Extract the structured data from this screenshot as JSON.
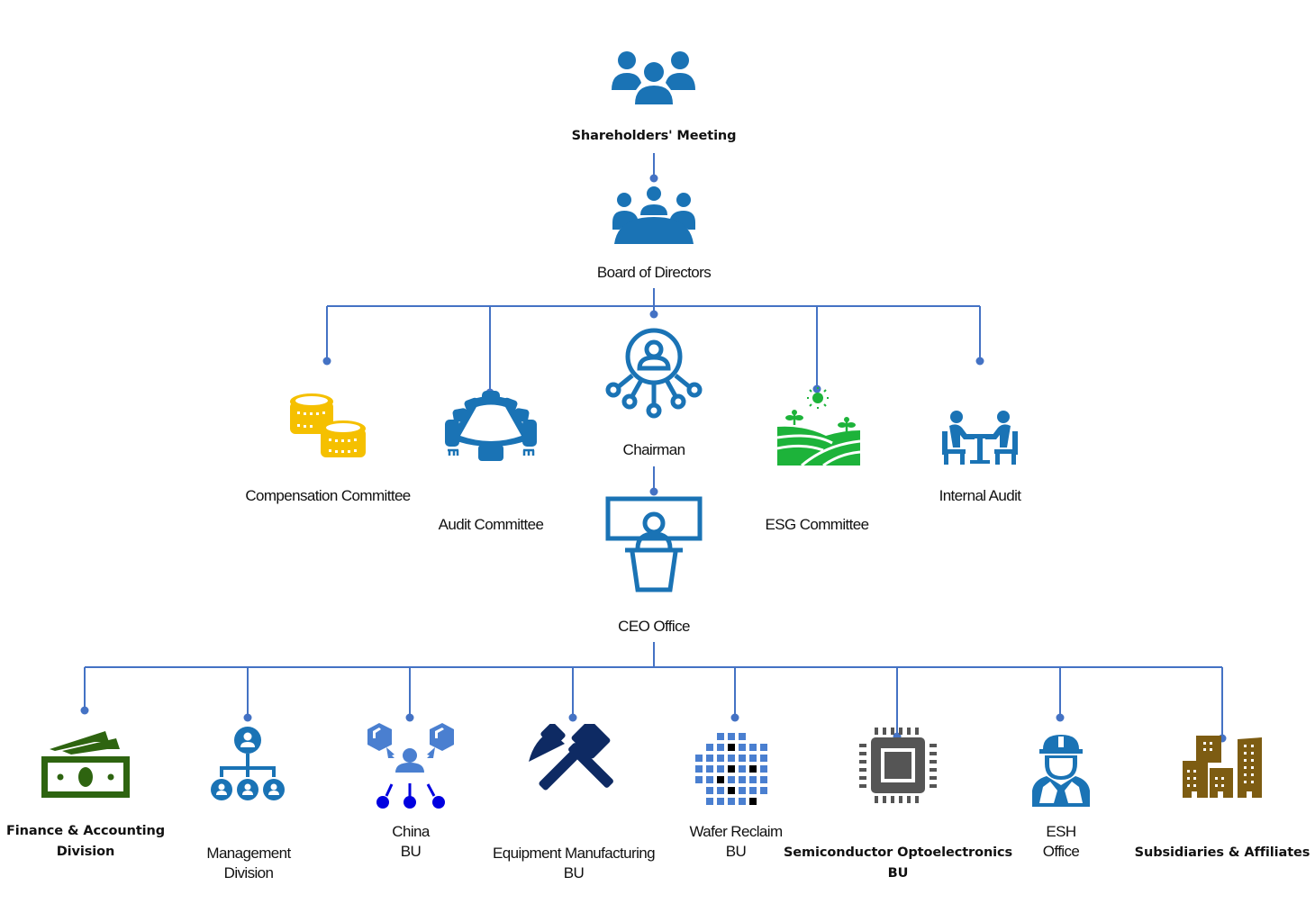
{
  "title": "Organization Chart",
  "colors": {
    "connector": "#4472c4",
    "icon_blue": "#1a73b5",
    "coins": "#f5c000",
    "esg_green": "#1db33a",
    "money_green": "#2e6410",
    "china_blue": "#4a7fd0",
    "hammer_navy": "#0e2a63",
    "chip_gray": "#555555",
    "buildings": "#7d5c12"
  },
  "nodes": {
    "shareholders": {
      "label": "Shareholders' Meeting",
      "icon": "people-group-icon"
    },
    "board": {
      "label": "Board of Directors",
      "icon": "board-meeting-icon"
    },
    "chairman": {
      "label": "Chairman",
      "icon": "network-person-icon"
    },
    "ceo": {
      "label": "CEO Office",
      "icon": "podium-speaker-icon"
    },
    "committees": [
      {
        "label": "Compensation Committee",
        "icon": "coins-icon"
      },
      {
        "label": "Audit Committee",
        "icon": "conference-table-icon"
      },
      {
        "label": "ESG Committee",
        "icon": "farm-field-sun-icon"
      },
      {
        "label": "Internal Audit",
        "icon": "meeting-table-icon"
      }
    ],
    "divisions": [
      {
        "line1": "Finance & Accounting",
        "line2": "Division",
        "icon": "money-bills-icon"
      },
      {
        "line1": "Management",
        "line2": "Division",
        "icon": "org-hierarchy-icon"
      },
      {
        "line1": "China",
        "line2": "BU",
        "icon": "distribution-person-icon"
      },
      {
        "line1": "Equipment Manufacturing",
        "line2": "BU",
        "icon": "hammer-pick-icon"
      },
      {
        "line1": "Wafer Reclaim",
        "line2": "BU",
        "icon": "wafer-icon"
      },
      {
        "line1": "Semiconductor Optoelectronics",
        "line2": "BU",
        "icon": "chip-icon"
      },
      {
        "line1": "ESH",
        "line2": "Office",
        "icon": "safety-worker-icon"
      },
      {
        "line1": "Subsidiaries & Affiliates",
        "line2": "",
        "icon": "buildings-icon"
      }
    ]
  }
}
